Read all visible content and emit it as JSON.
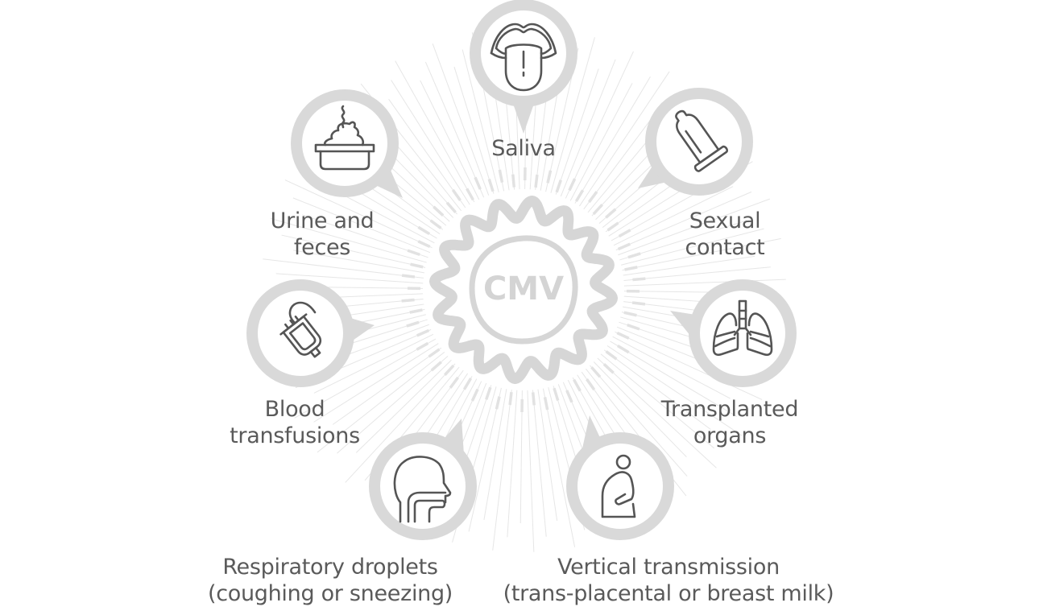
{
  "diagram": {
    "center": {
      "label": "CMV",
      "icon": "virus-icon"
    },
    "colors": {
      "badge_ring": "#d9d9d9",
      "icon_stroke": "#555555",
      "label_text": "#5a5a5a",
      "virus": "#d6d6d6",
      "rays": "#e4e4e4"
    },
    "routes": [
      {
        "id": "saliva",
        "icon": "tongue-icon",
        "lines": [
          "Saliva"
        ]
      },
      {
        "id": "urine-feces",
        "icon": "feces-icon",
        "lines": [
          "Urine and",
          "feces"
        ]
      },
      {
        "id": "sexual-contact",
        "icon": "condom-icon",
        "lines": [
          "Sexual",
          "contact"
        ]
      },
      {
        "id": "blood-transfusions",
        "icon": "blood-bag-icon",
        "lines": [
          "Blood",
          "transfusions"
        ]
      },
      {
        "id": "transplanted-organs",
        "icon": "lungs-icon",
        "lines": [
          "Transplanted",
          "organs"
        ]
      },
      {
        "id": "respiratory-droplets",
        "icon": "head-airway-icon",
        "lines": [
          "Respiratory droplets",
          "(coughing or sneezing)"
        ]
      },
      {
        "id": "vertical-transmission",
        "icon": "pregnant-woman-icon",
        "lines": [
          "Vertical transmission",
          "(trans-placental or breast milk)"
        ]
      }
    ]
  }
}
